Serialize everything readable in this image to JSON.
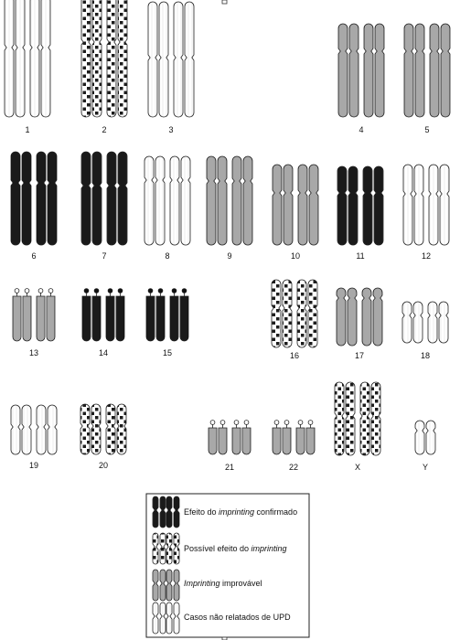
{
  "figure": {
    "chromosomes": [
      {
        "label": "1",
        "status": "unreported"
      },
      {
        "label": "2",
        "status": "possible"
      },
      {
        "label": "3",
        "status": "unreported"
      },
      {
        "label": "4",
        "status": "unlikely"
      },
      {
        "label": "5",
        "status": "unlikely"
      },
      {
        "label": "6",
        "status": "confirmed"
      },
      {
        "label": "7",
        "status": "confirmed"
      },
      {
        "label": "8",
        "status": "unreported"
      },
      {
        "label": "9",
        "status": "unlikely"
      },
      {
        "label": "10",
        "status": "unlikely"
      },
      {
        "label": "11",
        "status": "confirmed"
      },
      {
        "label": "12",
        "status": "unreported"
      },
      {
        "label": "13",
        "status": "unlikely"
      },
      {
        "label": "14",
        "status": "confirmed"
      },
      {
        "label": "15",
        "status": "confirmed"
      },
      {
        "label": "16",
        "status": "possible"
      },
      {
        "label": "17",
        "status": "unlikely"
      },
      {
        "label": "18",
        "status": "unreported"
      },
      {
        "label": "19",
        "status": "unreported"
      },
      {
        "label": "20",
        "status": "possible"
      },
      {
        "label": "21",
        "status": "unlikely"
      },
      {
        "label": "22",
        "status": "unlikely"
      },
      {
        "label": "X",
        "status": "possible"
      },
      {
        "label": "Y",
        "status": "unreported"
      }
    ],
    "legend": [
      {
        "status": "confirmed",
        "prefix": "Efeito do ",
        "italic": "imprinting",
        "suffix": " confirmado"
      },
      {
        "status": "possible",
        "prefix": "Possível efeito do ",
        "italic": "imprinting",
        "suffix": ""
      },
      {
        "status": "unlikely",
        "prefix": "",
        "italic": "Imprinting",
        "suffix": " improvável"
      },
      {
        "status": "unreported",
        "prefix": "Casos não relatados de UPD",
        "italic": "",
        "suffix": ""
      }
    ]
  }
}
